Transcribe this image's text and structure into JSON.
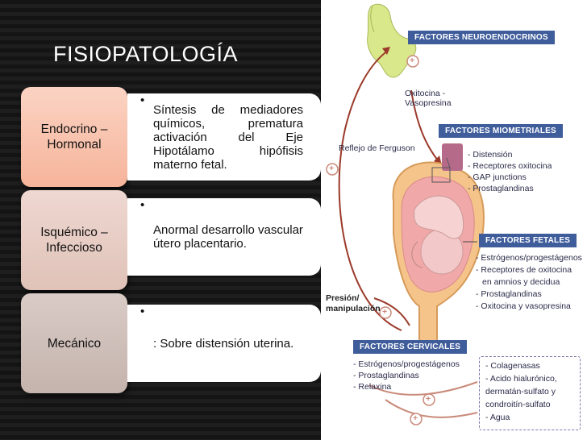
{
  "slide": {
    "title": "FISIOPATOLOGÍA",
    "rows": [
      {
        "category": "Endocrino – Hormonal",
        "bullet": "•",
        "description": "Síntesis de mediadores químicos, prematura activación del Eje Hipotálamo hipófisis materno fetal."
      },
      {
        "category": "Isquémico – Infeccioso",
        "bullet": "•",
        "description": "Anormal desarrollo vascular útero placentario."
      },
      {
        "category": "Mecánico",
        "bullet": "•",
        "description": ": Sobre distensión uterina."
      }
    ]
  },
  "figure": {
    "neuroendocrine": {
      "header": "FACTORES NEUROENDOCRINOS",
      "items": [
        "Oxitocina -",
        "Vasopresina"
      ]
    },
    "ferguson": "Reflejo de Ferguson",
    "myometrial": {
      "header": "FACTORES MIOMETRIALES",
      "items": [
        "- Distensión",
        "- Receptores oxitocina",
        "- GAP junctions",
        "- Prostaglandinas"
      ]
    },
    "fetal": {
      "header": "FACTORES FETALES",
      "items": [
        "- Estrógenos/progestágenos",
        "- Receptores de oxitocina",
        "en amnios y decidua",
        "- Prostaglandinas",
        "- Oxitocina y vasopresina"
      ]
    },
    "pressure": [
      "Presión/",
      "manipulación"
    ],
    "cervical": {
      "header": "FACTORES CERVICALES",
      "items": [
        "- Estrógenos/progestágenos",
        "- Prostaglandinas",
        "- Relaxina"
      ]
    },
    "collagen": [
      "- Colagenasas",
      "- Acido hialurónico,",
      "dermatán-sulfato y",
      "condroitín-sulfato",
      "- Agua"
    ],
    "plus": "+"
  },
  "colors": {
    "arrow": "#9b3a2a",
    "header": "#3f5d9b",
    "plus_circle": "#c98a7a"
  }
}
